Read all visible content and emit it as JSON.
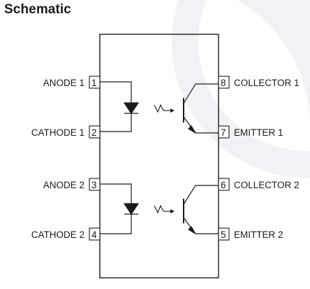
{
  "title": "Schematic",
  "pins": {
    "p1": {
      "number": "1",
      "label": "ANODE 1"
    },
    "p2": {
      "number": "2",
      "label": "CATHODE 1"
    },
    "p3": {
      "number": "3",
      "label": "ANODE 2"
    },
    "p4": {
      "number": "4",
      "label": "CATHODE 2"
    },
    "p5": {
      "number": "5",
      "label": "EMITTER 2"
    },
    "p6": {
      "number": "6",
      "label": "COLLECTOR 2"
    },
    "p7": {
      "number": "7",
      "label": "EMITTER 1"
    },
    "p8": {
      "number": "8",
      "label": "COLLECTOR 1"
    }
  },
  "colors": {
    "line": "#1a1a1a",
    "background": "#ffffff",
    "watermark": "#f1eff3"
  }
}
